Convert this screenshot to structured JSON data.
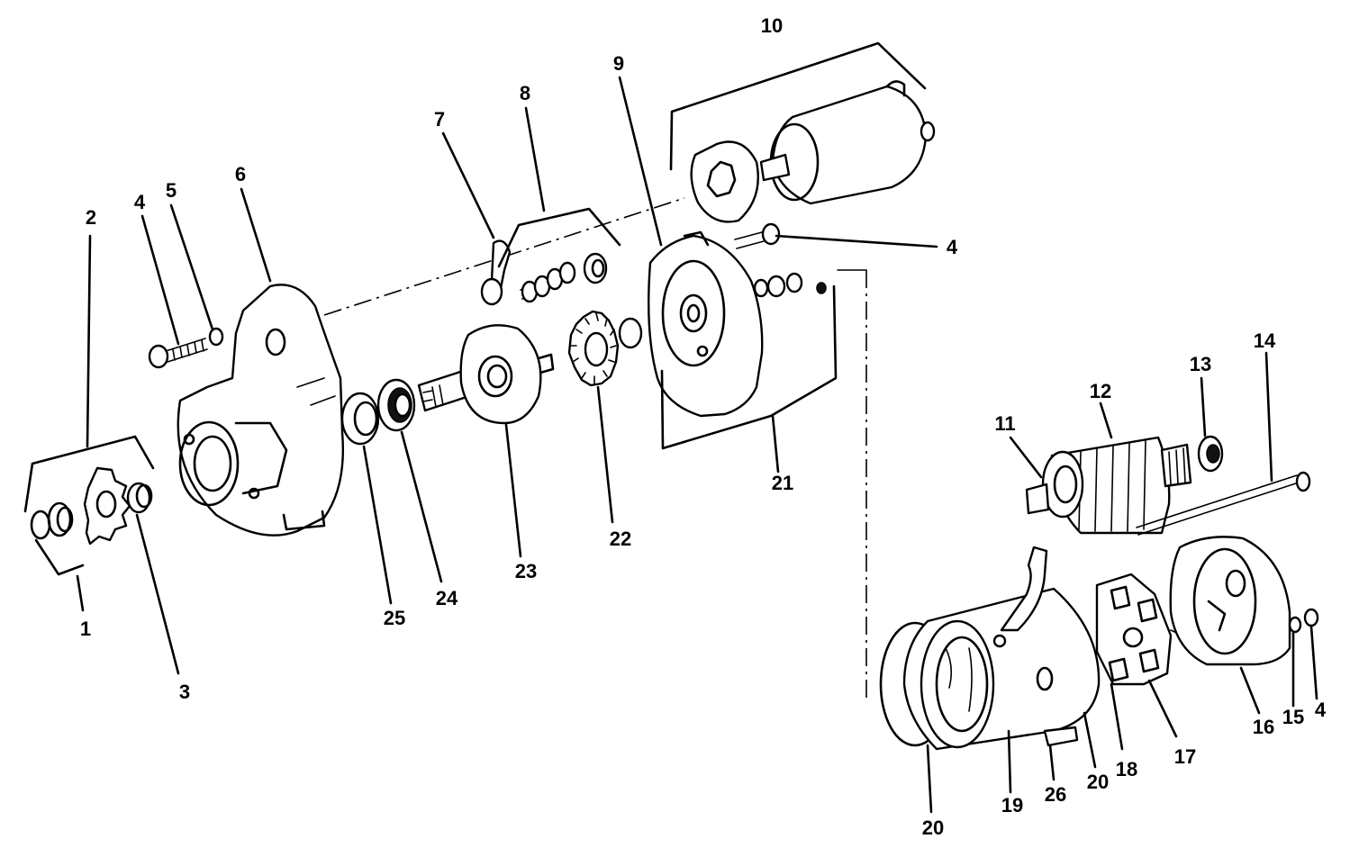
{
  "labels": {
    "l1": "1",
    "l2": "2",
    "l3": "3",
    "l4a": "4",
    "l4b": "4",
    "l4c": "4",
    "l5": "5",
    "l6": "6",
    "l7": "7",
    "l8": "8",
    "l9": "9",
    "l10": "10",
    "l11": "11",
    "l12": "12",
    "l13": "13",
    "l14": "14",
    "l15": "15",
    "l16": "16",
    "l17": "17",
    "l18": "18",
    "l19": "19",
    "l20a": "20",
    "l20b": "20",
    "l21": "21",
    "l22": "22",
    "l23": "23",
    "l24": "24",
    "l25": "25",
    "l26": "26"
  }
}
